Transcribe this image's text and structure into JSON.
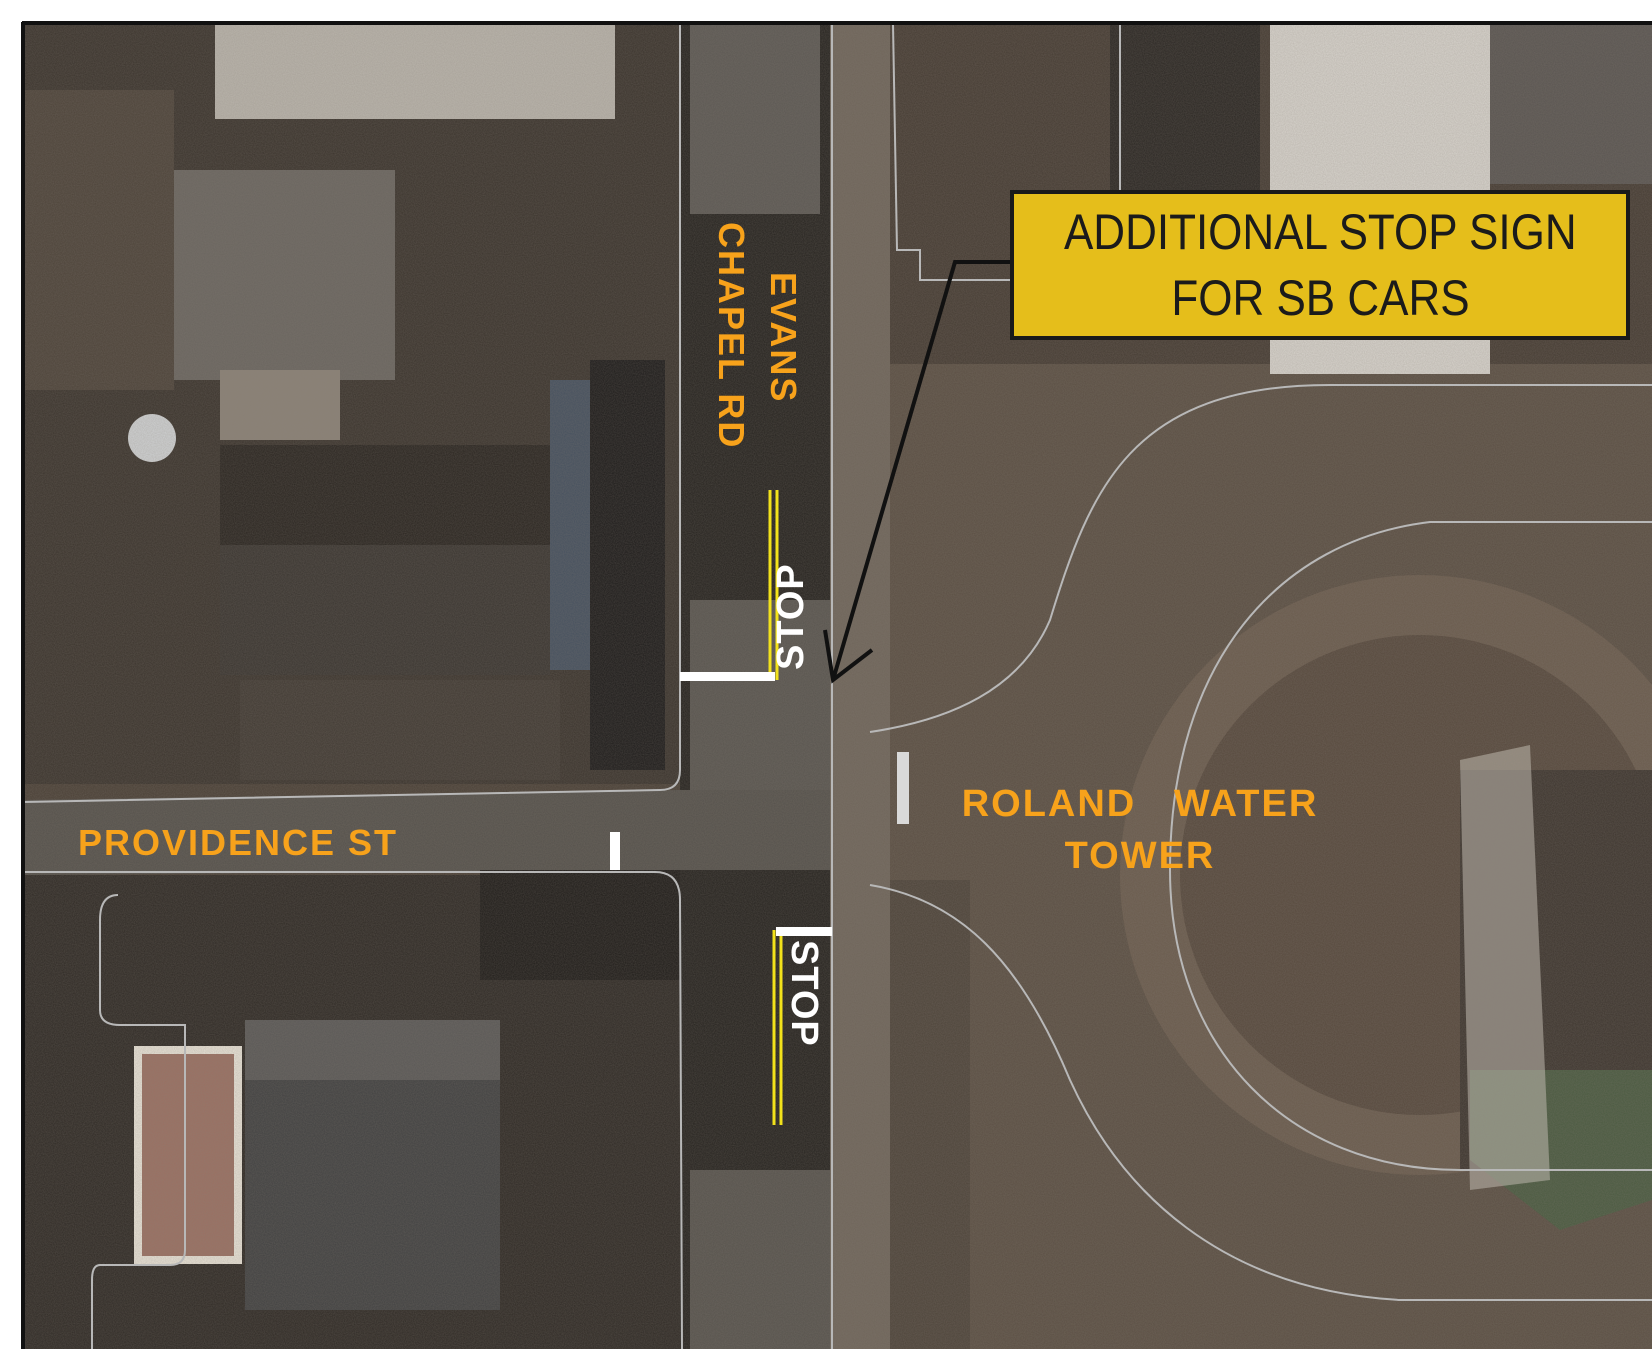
{
  "map": {
    "callout": {
      "line1": "ADDITIONAL STOP SIGN",
      "line2": "FOR SB CARS"
    },
    "streets": {
      "evans_line1": "EVANS",
      "evans_line2": "CHAPEL RD",
      "providence": "PROVIDENCE  ST"
    },
    "landmark": {
      "line1": "ROLAND   WATER",
      "line2": "TOWER"
    },
    "pavement_markings": {
      "stop_north": "STOP",
      "stop_south": "STOP"
    },
    "colors": {
      "label_orange": "#F7A21B",
      "callout_fill": "#E5BE1B",
      "lane_yellow": "#F2E21B",
      "marking_white": "#FFFFFF"
    }
  }
}
